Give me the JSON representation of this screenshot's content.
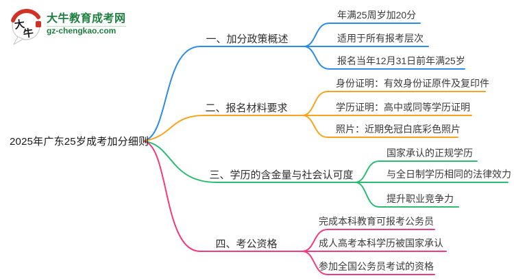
{
  "logo": {
    "icon_text": "大牛",
    "title": "大牛教育成考网",
    "subtitle": "gz-chengkao.com",
    "brand_green": "#1e7e3e",
    "brand_red": "#d03228"
  },
  "central_topic": "2025年广东25岁成考加分细则",
  "branches": [
    {
      "label": "一、加分政策概述",
      "color": "#2b8be8",
      "children": [
        "年满25周岁加20分",
        "适用于所有报考层次",
        "报名当年12月31日前年满25岁"
      ]
    },
    {
      "label": "二、报名材料要求",
      "color": "#f7a41c",
      "children": [
        "身份证明：有效身份证原件及复印件",
        "学历证明：高中或同等学历证明",
        "照片：近期免冠白底彩色照片"
      ]
    },
    {
      "label": "三、学历的含金量与社会认可度",
      "color": "#2abd72",
      "children": [
        "国家承认的正规学历",
        "与全日制学历相同的法律效力",
        "提升职业竞争力"
      ]
    },
    {
      "label": "四、考公资格",
      "color": "#f23a7e",
      "children": [
        "完成本科教育可报考公务员",
        "成人高考本科学历被国家承认",
        "参加全国公务员考试的资格"
      ]
    }
  ]
}
